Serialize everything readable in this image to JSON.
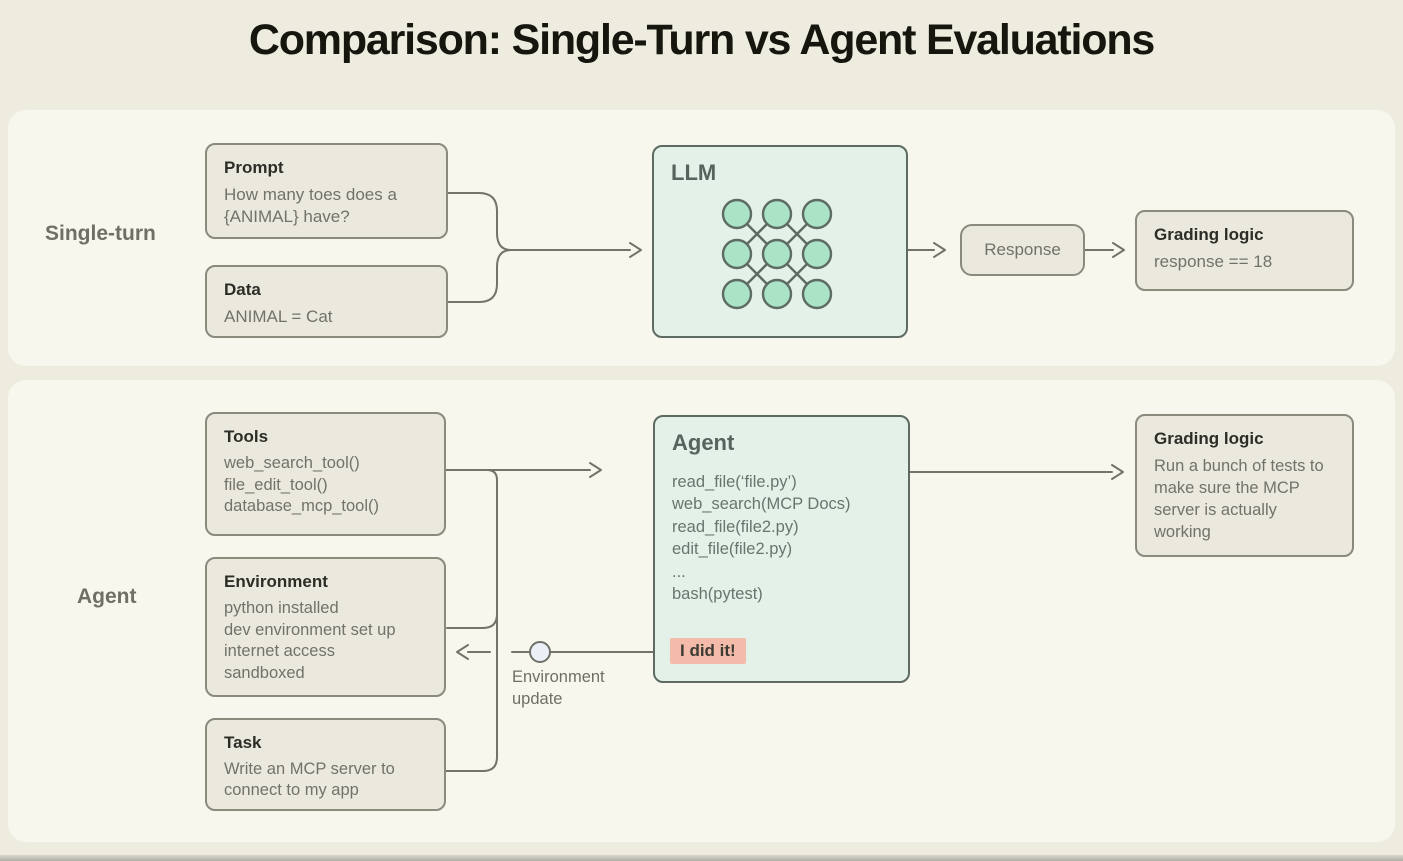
{
  "title": "Comparison: Single-Turn vs Agent Evaluations",
  "single_turn": {
    "row_label": "Single-turn",
    "prompt": {
      "title": "Prompt",
      "body": "How many toes does a {ANIMAL} have?"
    },
    "data": {
      "title": "Data",
      "body": "ANIMAL = Cat"
    },
    "llm": {
      "title": "LLM",
      "icon": "neural-network-icon"
    },
    "response": {
      "label": "Response"
    },
    "grading": {
      "title": "Grading logic",
      "body": "response == 18"
    }
  },
  "agent": {
    "row_label": "Agent",
    "tools": {
      "title": "Tools",
      "lines": [
        "web_search_tool()",
        "file_edit_tool()",
        "database_mcp_tool()"
      ]
    },
    "environment": {
      "title": "Environment",
      "lines": [
        "python installed",
        "dev environment set up",
        "internet access",
        "sandboxed"
      ]
    },
    "task": {
      "title": "Task",
      "body": "Write an MCP server to connect to my app"
    },
    "agent_box": {
      "title": "Agent",
      "lines": [
        "read_file(‘file.py’)",
        "web_search(MCP Docs)",
        "read_file(file2.py)",
        "edit_file(file2.py)",
        "...",
        "bash(pytest)"
      ],
      "final_message": "I did it!"
    },
    "feedback_label": "Environment update",
    "grading": {
      "title": "Grading logic",
      "body": "Run a bunch of tests to make sure the MCP server is actually working"
    }
  },
  "colors": {
    "page_bg": "#edecdf",
    "panel_bg": "#f8f7ee",
    "box_bg": "#ebe9de",
    "box_border": "#8a8a7d",
    "mint_bg": "#e3f1e9",
    "mint_border": "#5e6b63",
    "node_fill": "#aae3c5",
    "line": "#73736b",
    "highlight_bg": "#f4bbaa",
    "heading_text": "#2d2d27",
    "body_text": "#72726a"
  }
}
